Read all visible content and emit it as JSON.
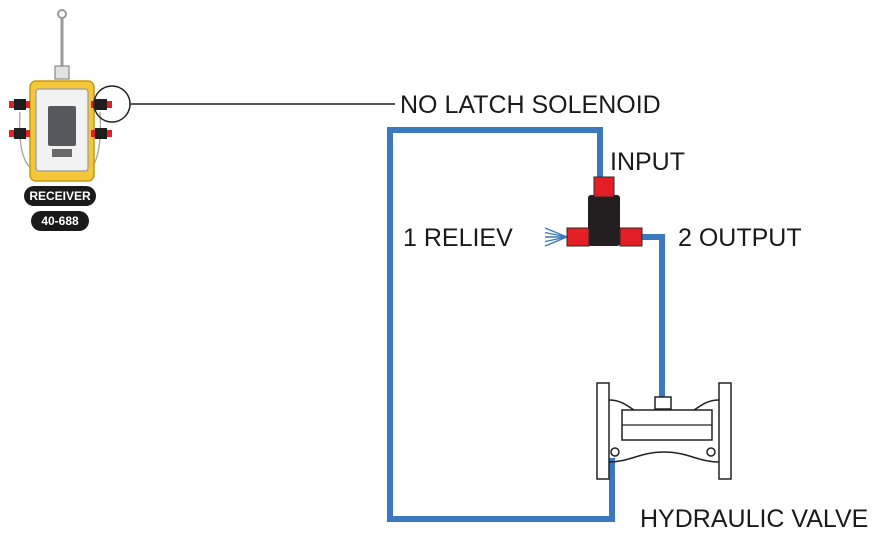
{
  "labels": {
    "solenoid": "NO LATCH SOLENOID",
    "input": "INPUT",
    "relief": "1 RELIEV",
    "output": "2 OUTPUT",
    "valve": "HYDRAULIC VALVE"
  },
  "receiver": {
    "name": "RECEIVER",
    "model": "40-688"
  },
  "colors": {
    "pipe": "#3a78bf",
    "connector": "#e31e25",
    "fitting": "#231f20",
    "housing": "#f4c73a",
    "ink": "#1a1a1a"
  }
}
